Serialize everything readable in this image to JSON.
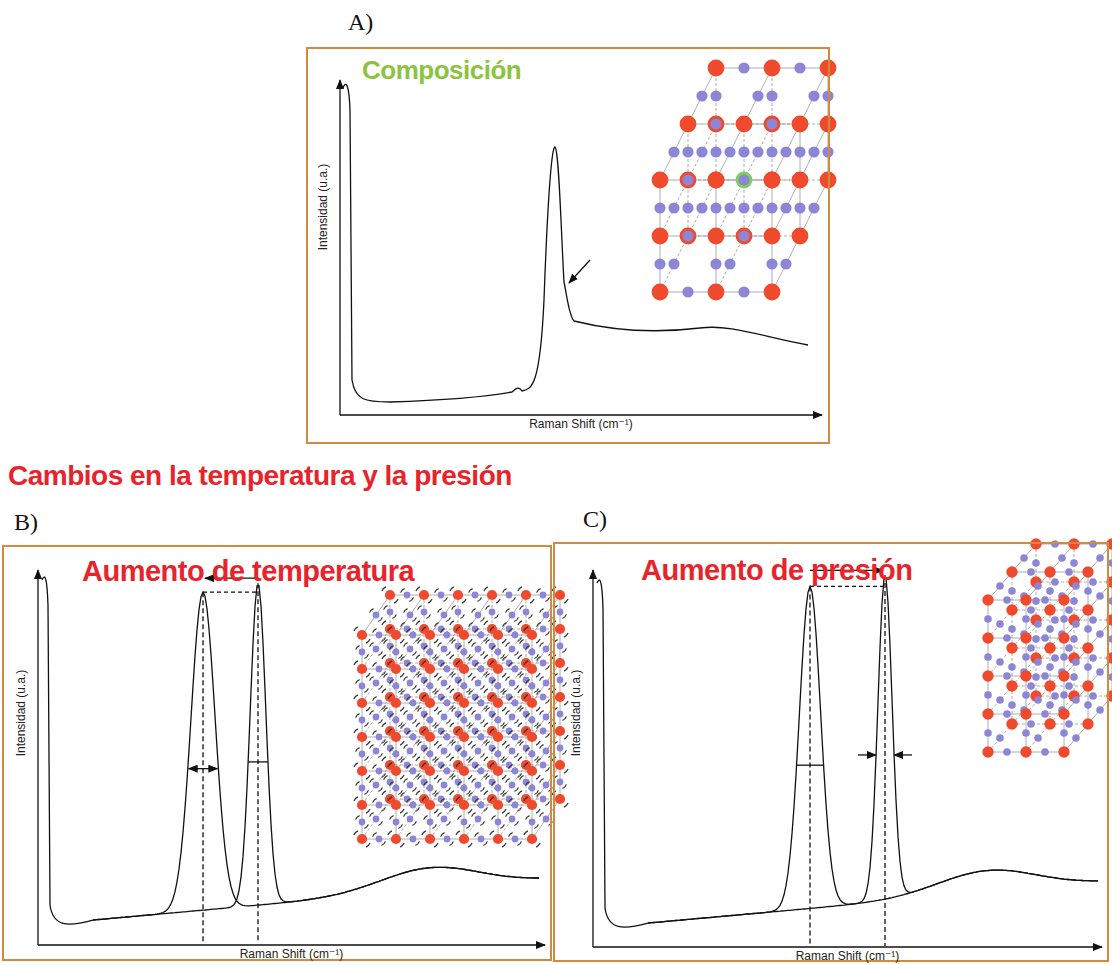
{
  "diagram": {
    "title": "Cambios en la temperatura y la presión",
    "nodes": [
      {
        "text": [
          "A)",
          "Composición"
        ]
      },
      {
        "text": [
          "B)",
          "Aumento de temperatura"
        ]
      },
      {
        "text": [
          "C)",
          "Aumento de presión"
        ]
      }
    ],
    "labels": [
      "Intensidad (u.a.)",
      "Raman Shift (cm⁻¹)",
      "Intensidad (u.a.)",
      "Raman Shift (cm⁻¹)",
      "Intensidad (u.a.)",
      "Raman Shift (cm⁻¹)"
    ]
  }
}
